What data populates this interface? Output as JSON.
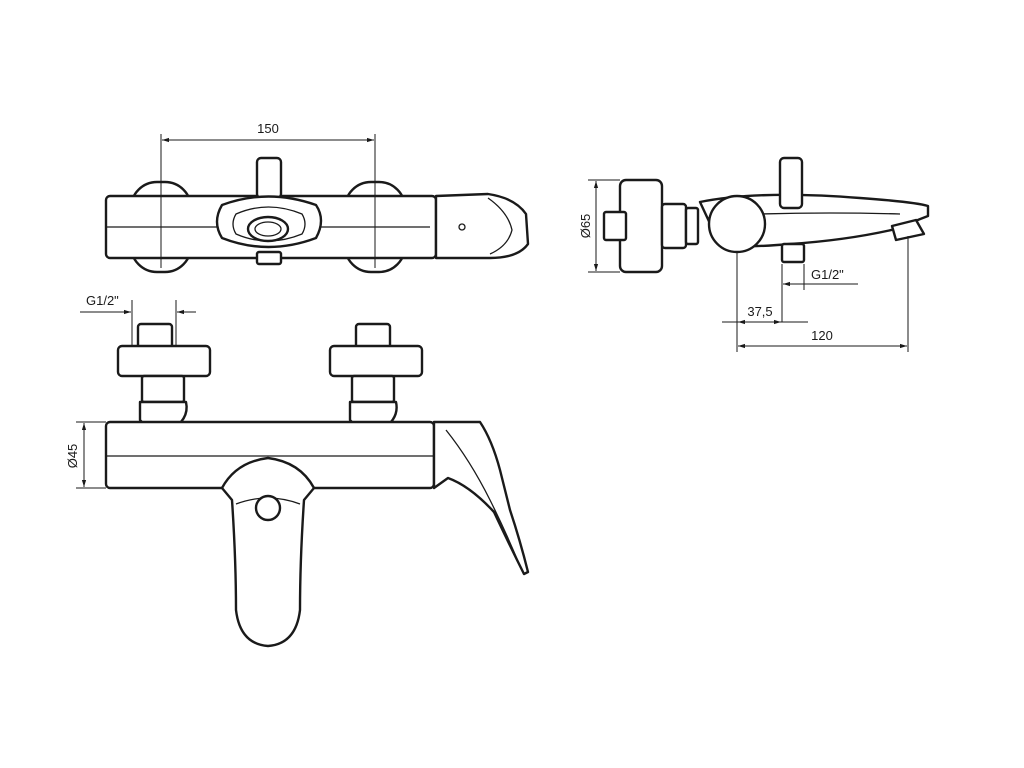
{
  "dimensions": {
    "top_width": "150",
    "side_body_diameter": "Ø65",
    "side_inlet_thread": "G1/2\"",
    "side_offset": "37,5",
    "side_projection": "120",
    "front_inlet_thread": "G1/2\"",
    "front_body_diameter": "Ø45"
  },
  "colors": {
    "line": "#1a1a1a",
    "background": "#ffffff"
  }
}
